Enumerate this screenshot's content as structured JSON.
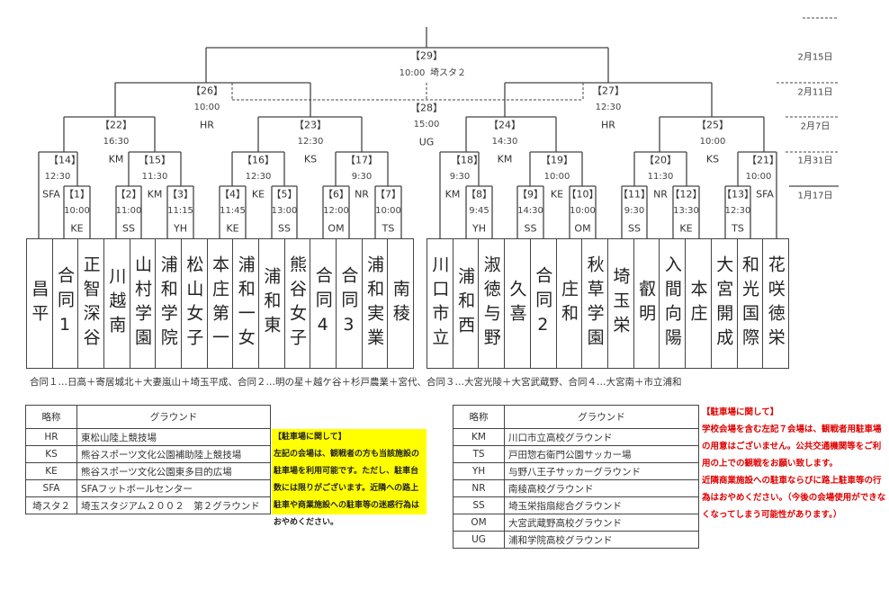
{
  "matches": {
    "1": {
      "no": "【1】",
      "time": "10:00",
      "venue": "KE"
    },
    "2": {
      "no": "【2】",
      "time": "11:00",
      "venue": "SS"
    },
    "3": {
      "no": "【3】",
      "time": "11:15",
      "venue": "YH"
    },
    "4": {
      "no": "【4】",
      "time": "11:45",
      "venue": "KE"
    },
    "5": {
      "no": "【5】",
      "time": "13:00",
      "venue": "SS"
    },
    "6": {
      "no": "【6】",
      "time": "12:00",
      "venue": "OM"
    },
    "7": {
      "no": "【7】",
      "time": "10:00",
      "venue": "TS"
    },
    "8": {
      "no": "【8】",
      "time": "9:45",
      "venue": "YH"
    },
    "9": {
      "no": "【9】",
      "time": "14:30",
      "venue": "SS"
    },
    "10": {
      "no": "【10】",
      "time": "10:00",
      "venue": "OM"
    },
    "11": {
      "no": "【11】",
      "time": "9:30",
      "venue": "SS"
    },
    "12": {
      "no": "【12】",
      "time": "13:30",
      "venue": "KE"
    },
    "13": {
      "no": "【13】",
      "time": "12:30",
      "venue": "TS"
    },
    "14": {
      "no": "【14】",
      "time": "12:30",
      "venue": "SFA"
    },
    "15": {
      "no": "【15】",
      "time": "11:30",
      "venue": "KM"
    },
    "16": {
      "no": "【16】",
      "time": "12:30",
      "venue": "KE"
    },
    "17": {
      "no": "【17】",
      "time": "9:30",
      "venue": "NR"
    },
    "18": {
      "no": "【18】",
      "time": "9:30",
      "venue": "KM"
    },
    "19": {
      "no": "【19】",
      "time": "10:00",
      "venue": "KE"
    },
    "20": {
      "no": "【20】",
      "time": "11:30",
      "venue": "NR"
    },
    "21": {
      "no": "【21】",
      "time": "10:00",
      "venue": "SFA"
    },
    "22": {
      "no": "【22】",
      "time": "16:30",
      "venue": "KM"
    },
    "23": {
      "no": "【23】",
      "time": "12:30",
      "venue": "KS"
    },
    "24": {
      "no": "【24】",
      "time": "14:30",
      "venue": "KM"
    },
    "25": {
      "no": "【25】",
      "time": "10:00",
      "venue": "KS"
    },
    "26": {
      "no": "【26】",
      "time": "10:00",
      "venue": "HR"
    },
    "27": {
      "no": "【27】",
      "time": "12:30",
      "venue": "HR"
    },
    "28": {
      "no": "【28】",
      "time": "15:00",
      "venue": "UG"
    },
    "29": {
      "no": "【29】",
      "time": "10:00",
      "venue": "埼スタ２"
    }
  },
  "dates": [
    "2月15日",
    "2月11日",
    "2月7日",
    "1月31日",
    "1月17日"
  ],
  "teams_left": [
    "昌平",
    "合同1",
    "正智深谷",
    "川越南",
    "山村学園",
    "浦和学院",
    "松山女子",
    "本庄第一",
    "浦和一女",
    "浦和東",
    "熊谷女子",
    "合同4",
    "合同3",
    "浦和実業",
    "南稜"
  ],
  "teams_right": [
    "川口市立",
    "浦和西",
    "淑徳与野",
    "久喜",
    "合同2",
    "庄和",
    "秋草学園",
    "埼玉栄",
    "叡明",
    "入間向陽",
    "本庄",
    "大宮開成",
    "和光国際",
    "花咲徳栄"
  ],
  "footnote": "合同１…日高＋寄居城北＋大妻嵐山＋埼玉平成、合同２…明の星＋越ケ谷＋杉戸農業＋宮代、合同３…大宮光陵＋大宮武蔵野、合同４…大宮南＋市立浦和",
  "table_left": {
    "headers": [
      "略称",
      "グラウンド"
    ],
    "rows": [
      [
        "HR",
        "東松山陸上競技場"
      ],
      [
        "KS",
        "熊谷スポーツ文化公園補助陸上競技場"
      ],
      [
        "KE",
        "熊谷スポーツ文化公園東多目的広場"
      ],
      [
        "SFA",
        "SFAフットボールセンター"
      ],
      [
        "埼スタ２",
        "埼玉スタジアム２００２　第２グラウンド"
      ]
    ]
  },
  "table_right": {
    "headers": [
      "略称",
      "グラウンド"
    ],
    "rows": [
      [
        "KM",
        "川口市立高校グラウンド"
      ],
      [
        "TS",
        "戸田惣右衛門公園サッカー場"
      ],
      [
        "YH",
        "与野八王子サッカーグラウンド"
      ],
      [
        "NR",
        "南稜高校グラウンド"
      ],
      [
        "SS",
        "埼玉栄指扇総合グラウンド"
      ],
      [
        "OM",
        "大宮武蔵野高校グラウンド"
      ],
      [
        "UG",
        "浦和学院高校グラウンド"
      ]
    ]
  },
  "parking_note_yellow": {
    "title": "【駐車場に関して】",
    "body": "左記の会場は、観戦者の方も当該施設の駐車場を利用可能です。ただし、駐車台数には限りがございます。近隣への路上駐車や商業施設への駐車等の迷惑行為はおやめください。"
  },
  "parking_note_red": {
    "title": "【駐車場に関して】",
    "body": "学校会場を含む左記７会場は、観戦者用駐車場の用意はございません。公共交通機関等をご利用の上での観戦をお願い致します。",
    "body2": "近隣商業施設への駐車ならびに路上駐車等の行為はおやめください。（今後の会場使用ができなくなってしまう可能性があります。）"
  },
  "colors": {
    "line": "#444444",
    "highlight": "#ffff00",
    "warning": "#e00000"
  }
}
